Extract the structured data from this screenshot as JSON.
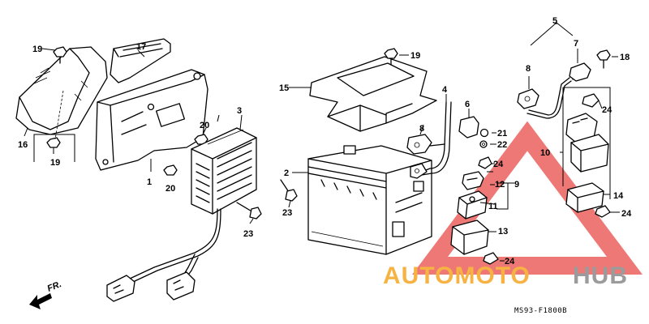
{
  "diagram": {
    "callouts": [
      {
        "id": "c16",
        "label": "16"
      },
      {
        "id": "c19a",
        "label": "19"
      },
      {
        "id": "c19b",
        "label": "19"
      },
      {
        "id": "c17",
        "label": "17"
      },
      {
        "id": "c1",
        "label": "1"
      },
      {
        "id": "c20a",
        "label": "20"
      },
      {
        "id": "c20b",
        "label": "20"
      },
      {
        "id": "c3",
        "label": "3"
      },
      {
        "id": "c23a",
        "label": "23"
      },
      {
        "id": "c23b",
        "label": "23"
      },
      {
        "id": "c15",
        "label": "15"
      },
      {
        "id": "c19c",
        "label": "19"
      },
      {
        "id": "c2",
        "label": "2"
      },
      {
        "id": "c4",
        "label": "4"
      },
      {
        "id": "c6",
        "label": "6"
      },
      {
        "id": "c8a",
        "label": "8"
      },
      {
        "id": "c21",
        "label": "21"
      },
      {
        "id": "c22",
        "label": "22"
      },
      {
        "id": "c24a",
        "label": "24"
      },
      {
        "id": "c12",
        "label": "12"
      },
      {
        "id": "c9",
        "label": "9"
      },
      {
        "id": "c11",
        "label": "11"
      },
      {
        "id": "c13",
        "label": "13"
      },
      {
        "id": "c24b",
        "label": "24"
      },
      {
        "id": "c5",
        "label": "5"
      },
      {
        "id": "c7",
        "label": "7"
      },
      {
        "id": "c18",
        "label": "18"
      },
      {
        "id": "c8b",
        "label": "8"
      },
      {
        "id": "c24c",
        "label": "24"
      },
      {
        "id": "c10",
        "label": "10"
      },
      {
        "id": "c14",
        "label": "14"
      },
      {
        "id": "c24d",
        "label": "24"
      }
    ],
    "direction_label": "FR.",
    "diagram_code": "MS93-F1800B",
    "watermark": {
      "text_left": "AUTOMOTO",
      "text_right": "HUB",
      "color_left": "#f5a623",
      "color_right": "#8a8a8a",
      "triangle_color": "#e53935"
    }
  }
}
